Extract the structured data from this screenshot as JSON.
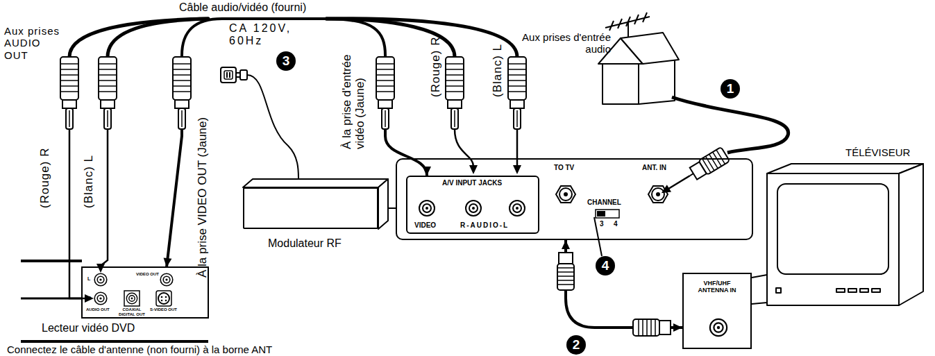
{
  "diagram": {
    "nodes": [
      {
        "text": [
          "Lecteur vidéo DVD"
        ]
      },
      {
        "text": [
          "Modulateur RF"
        ]
      },
      {
        "text": [
          "TO TV",
          "CHANNEL",
          "3",
          "4",
          "ANT. IN"
        ]
      },
      {
        "text": [
          "A/V INPUT JACKS",
          "VIDEO",
          "R-AUDIO-L"
        ],
        "in": 2
      },
      {
        "text": [
          "TÉLÉVISEUR"
        ]
      },
      {
        "text": [
          "VHF/UHF ANTENNA IN"
        ]
      }
    ],
    "edges": [
      {
        "from": 0,
        "to": 3,
        "arrow": "both"
      },
      {
        "from": 1,
        "to": 2,
        "arrow": "none"
      },
      {
        "from": 2,
        "to": 5,
        "arrow": "both"
      }
    ],
    "labels": [
      "Câble audio/vidéo (fourni)",
      "Aux prises AUDIO OUT",
      "3",
      "Aux prises d'entrée audio",
      "1",
      "CA 120V, 60Hz",
      "(Rouge) R",
      "(Blanc) L",
      "À la prise VIDEO OUT (Jaune)",
      "À la prise d'entrée vidéo (Jaune)",
      "(Rouge) R",
      "(Blanc) L",
      "4",
      "2",
      "L",
      "R",
      "VIDEO OUT",
      "AUDIO OUT",
      "COAXIAL DIGITAL OUT",
      "S-VIDEO OUT",
      "Connectez le câble d'antenne (non fourni) à la borne ANT"
    ]
  }
}
